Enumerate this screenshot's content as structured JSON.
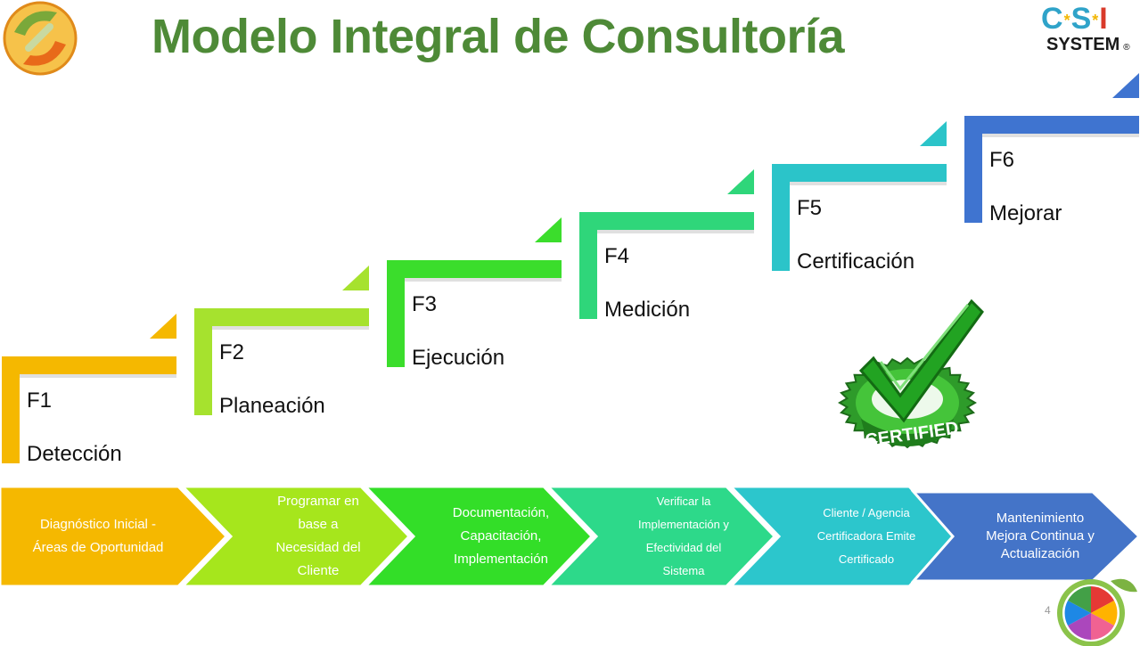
{
  "title": "Modelo Integral de Consultoría",
  "logo": {
    "c": "C",
    "s": "S",
    "i": "I",
    "system": "SYSTEM",
    "reg": "®"
  },
  "steps": [
    {
      "code": "F1",
      "name": "Detección",
      "color": "#f5b800"
    },
    {
      "code": "F2",
      "name": "Planeación",
      "color": "#a6e22e"
    },
    {
      "code": "F3",
      "name": "Ejecución",
      "color": "#3bdd2c"
    },
    {
      "code": "F4",
      "name": "Medición",
      "color": "#2fd67a"
    },
    {
      "code": "F5",
      "name": "Certificación",
      "color": "#2bc4c9"
    },
    {
      "code": "F6",
      "name": "Mejorar",
      "color": "#3f74d0"
    }
  ],
  "bottom_steps": [
    {
      "lines": [
        "Diagnóstico Inicial  -",
        "Áreas de Oportunidad"
      ],
      "color": "#f5b800"
    },
    {
      "lines": [
        "Programar en",
        "base a",
        "Necesidad del",
        "Cliente"
      ],
      "color": "#a6e61c"
    },
    {
      "lines": [
        "Documentación,",
        "Capacitación,",
        "Implementación"
      ],
      "color": "#33de28"
    },
    {
      "lines": [
        "Verificar la",
        "Implementación y",
        "Efectividad del",
        "Sistema"
      ],
      "color": "#2dd98a"
    },
    {
      "lines": [
        "Cliente / Agencia",
        "Certificadora Emite",
        "Certificado"
      ],
      "color": "#2cc6cc"
    },
    {
      "lines": [
        "Mantenimiento",
        "Mejora Continua y",
        "Actualización"
      ],
      "color": "#4474c8"
    }
  ],
  "badge_text": "CERTIFIED",
  "page_number": "4"
}
